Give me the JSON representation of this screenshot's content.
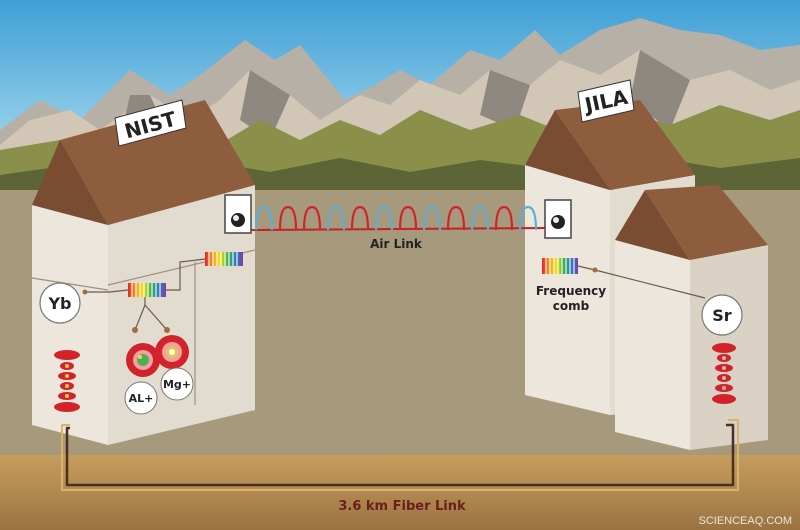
{
  "labels": {
    "nist_sign": "NIST",
    "jila_sign": "JILA",
    "air_link": "Air Link",
    "fiber_link": "3.6 km Fiber Link",
    "frequency_comb_line1": "Frequency",
    "frequency_comb_line2": "comb",
    "yb": "Yb",
    "sr": "Sr",
    "al_ion": "AL+",
    "mg_ion": "Mg+",
    "watermark": "SCIENCEAQ.COM"
  },
  "colors": {
    "sky_top": "#3f9fd6",
    "sky_bottom": "#bfe6f3",
    "mountain_far": "#a9a39b",
    "mountain_near": "#c8beae",
    "hills": "#8a8f4a",
    "ground": "#a79a7c",
    "soil": "#b08a52",
    "wall": "#ece6dc",
    "wall_side": "#d8d0c4",
    "roof": "#8a5a3c",
    "roof_dark": "#6e4630",
    "laser_red": "#d2232a",
    "laser_blue": "#5aaed8",
    "fiber_dark": "#4a3020",
    "fiber_light": "#d9b36a",
    "fiber_label": "#6b1e1e"
  }
}
